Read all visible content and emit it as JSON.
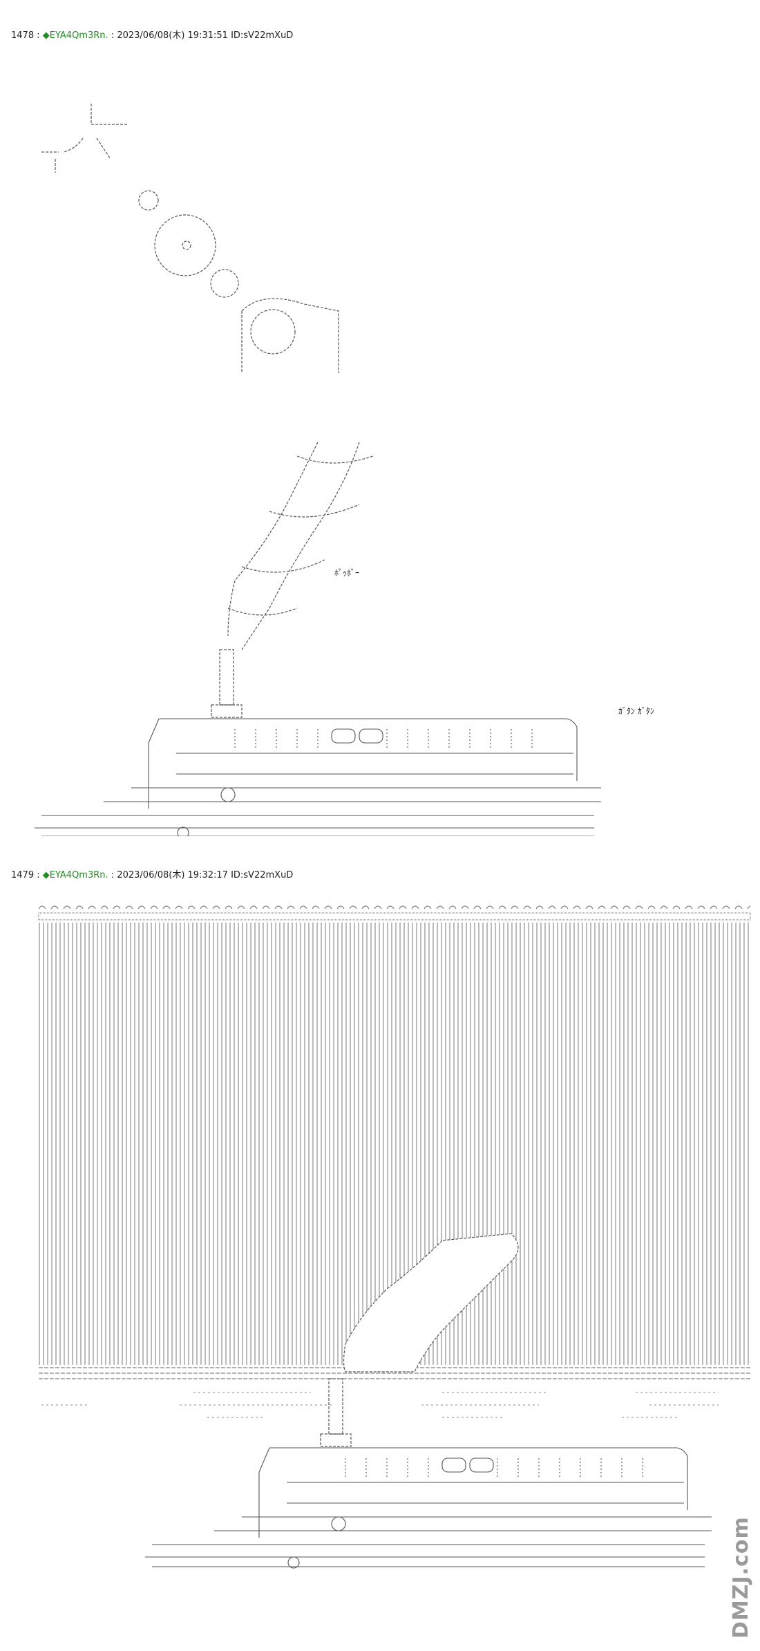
{
  "posts": [
    {
      "number": "1478",
      "separator": ":",
      "trip": "◆EYA4Qm3Rn.",
      "separator2": ":",
      "datetime": "2023/06/08(木) 19:31:51",
      "id": "ID:sV22mXuD",
      "sfx_1": "ﾎﾟｯﾎﾟｰ",
      "sfx_2": "ｶﾞﾀﾝ ｶﾞﾀﾝ"
    },
    {
      "number": "1479",
      "separator": ":",
      "trip": "◆EYA4Qm3Rn.",
      "separator2": ":",
      "datetime": "2023/06/08(木) 19:32:17",
      "id": "ID:sV22mXuD"
    }
  ],
  "watermark": "DMZJ.com",
  "colors": {
    "trip": "#228b22",
    "line": "#555555",
    "background": "#ffffff"
  }
}
